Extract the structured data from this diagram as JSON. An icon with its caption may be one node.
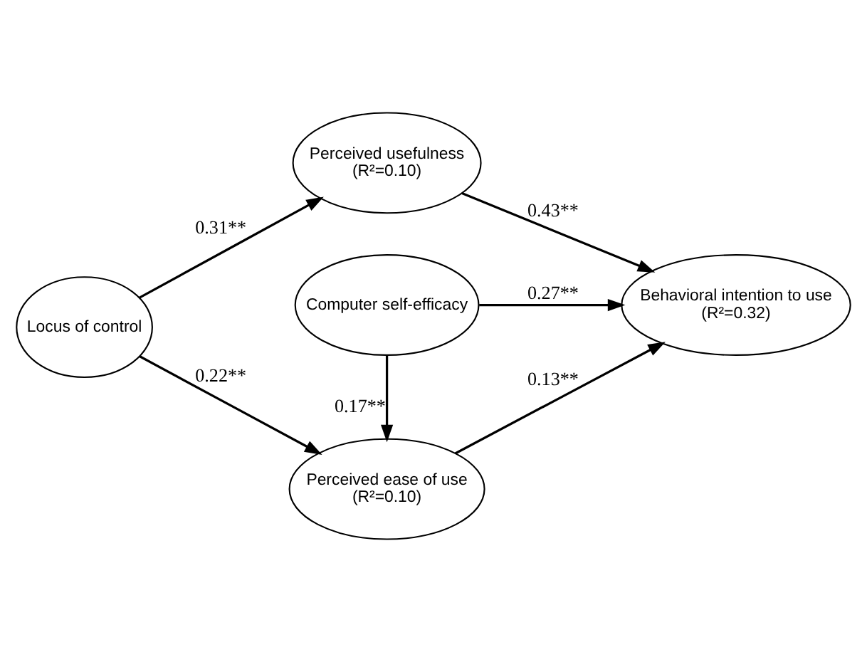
{
  "diagram": {
    "nodes": [
      {
        "text": [
          "Locus of control"
        ]
      },
      {
        "text": [
          "Perceived usefulness",
          "(R²=0.10)"
        ]
      },
      {
        "text": [
          "Perceived ease of use",
          "(R²=0.10)"
        ]
      },
      {
        "text": [
          "Behavioral intention to use",
          "(R²=0.32)"
        ]
      },
      {
        "text": [
          "Computer self-efficacy"
        ]
      }
    ],
    "edges": [
      {
        "from": 0,
        "to": 1,
        "arrow": "to",
        "label": "0.31**"
      },
      {
        "from": 0,
        "to": 2,
        "arrow": "to",
        "label": "0.22**"
      },
      {
        "from": 1,
        "to": 3,
        "arrow": "to",
        "label": "0.43**"
      },
      {
        "from": 2,
        "to": 3,
        "arrow": "to",
        "label": "0.13**"
      },
      {
        "from": 4,
        "to": 2,
        "arrow": "to",
        "label": "0.17**"
      },
      {
        "from": 4,
        "to": 3,
        "arrow": "to",
        "label": "0.27**"
      }
    ]
  }
}
